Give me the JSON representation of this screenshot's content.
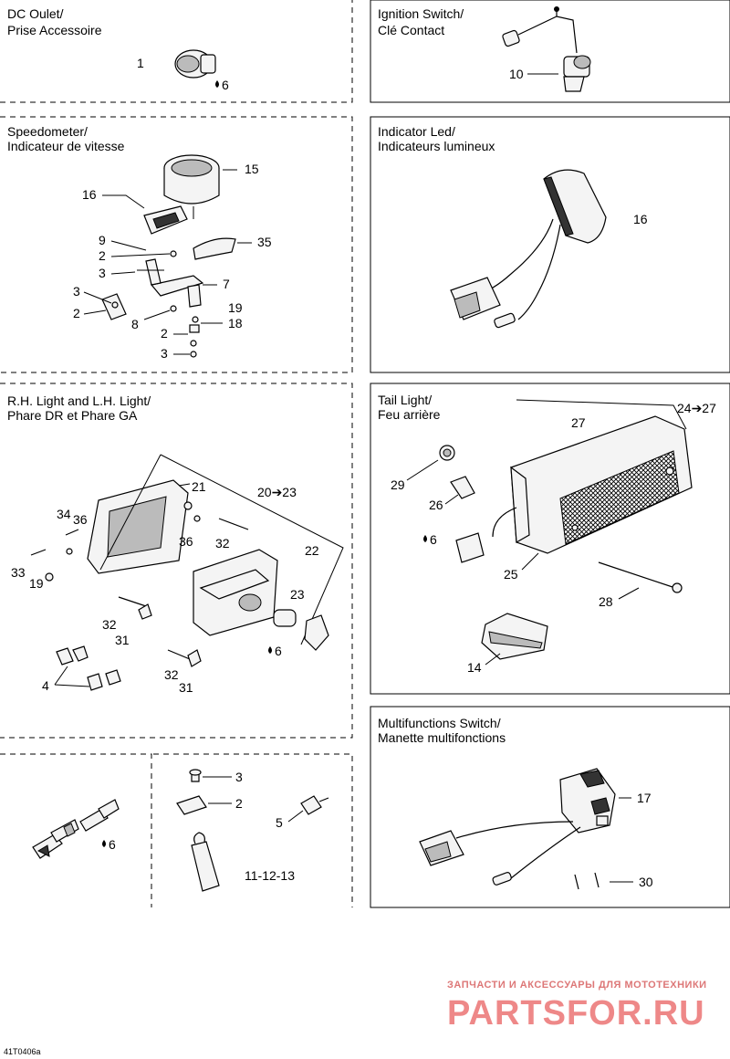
{
  "panels": {
    "dc_outlet": {
      "title_line1": "DC Oulet/",
      "title_line2": "Prise Accessoire",
      "callouts": {
        "c1": "1",
        "c6": "6"
      }
    },
    "ignition": {
      "title_line1": "Ignition Switch/",
      "title_line2": "Clé Contact",
      "callouts": {
        "c10": "10"
      }
    },
    "speedometer": {
      "title_line1": "Speedometer/",
      "title_line2": "Indicateur de vitesse",
      "callouts": {
        "c15": "15",
        "c16": "16",
        "c9": "9",
        "c2a": "2",
        "c3a": "3",
        "c35": "35",
        "c7": "7",
        "c3b": "3",
        "c2b": "2",
        "c19": "19",
        "c8": "8",
        "c18": "18",
        "c2c": "2",
        "c3c": "3"
      }
    },
    "indicator": {
      "title_line1": "Indicator Led/",
      "title_line2": "Indicateurs lumineux",
      "callouts": {
        "c16": "16"
      }
    },
    "headlight": {
      "title_line1": "R.H. Light and L.H. Light/",
      "title_line2": "Phare DR et Phare GA",
      "callouts": {
        "c21": "21",
        "c20_23": "20➔23",
        "c34": "34",
        "c36a": "36",
        "c36b": "36",
        "c32a": "32",
        "c22": "22",
        "c33": "33",
        "c19": "19",
        "c23": "23",
        "c32b": "32",
        "c31a": "31",
        "c6": "6",
        "c4": "4",
        "c32c": "32",
        "c31b": "31"
      }
    },
    "taillight": {
      "title_line1": "Tail Light/",
      "title_line2": "Feu arrière",
      "callouts": {
        "c24_27": "24➔27",
        "c27": "27",
        "c29": "29",
        "c26": "26",
        "c6": "6",
        "c25": "25",
        "c28": "28",
        "c14": "14"
      }
    },
    "multifunction": {
      "title_line1": "Multifunctions Switch/",
      "title_line2": "Manette multifonctions",
      "callouts": {
        "c17": "17",
        "c30": "30"
      }
    },
    "connectors": {
      "callouts": {
        "c6": "6"
      }
    },
    "hardware": {
      "callouts": {
        "c3": "3",
        "c2": "2",
        "c5": "5",
        "c11_13": "11-12-13"
      }
    }
  },
  "watermark": {
    "sub": "ЗАПЧАСТИ И АКСЕССУАРЫ ДЛЯ МОТОТЕХНИКИ",
    "main": "PARTSFOR.RU"
  },
  "footer": {
    "code": "41T0406a"
  }
}
